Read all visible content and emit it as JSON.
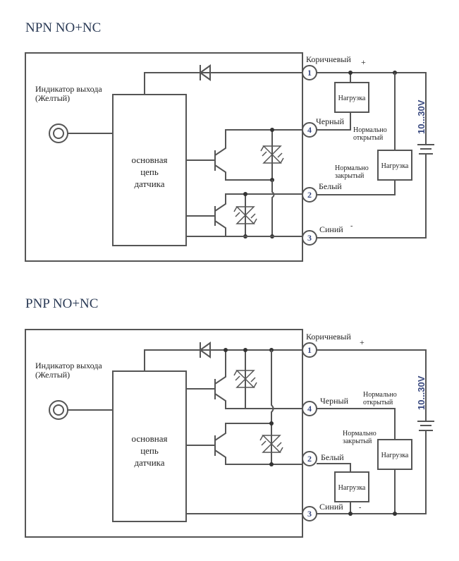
{
  "diagrams": [
    {
      "title": "NPN NO+NC",
      "indicator_label_1": "Индикатор выхода",
      "indicator_label_2": "(Желтый)",
      "core_1": "основная",
      "core_2": "цепь",
      "core_3": "датчика",
      "pins": [
        {
          "num": "1",
          "wire": "Коричневый",
          "sign": "+"
        },
        {
          "num": "4",
          "wire": "Черный"
        },
        {
          "num": "2",
          "wire": "Белый"
        },
        {
          "num": "3",
          "wire": "Синий",
          "sign": "-"
        }
      ],
      "load_label": "Нагрузка",
      "no_label_1": "Нормально",
      "no_label_2": "открытый",
      "nc_label_1": "Нормально",
      "nc_label_2": "закрытый",
      "voltage": "10...30V"
    },
    {
      "title": "PNP NO+NC",
      "indicator_label_1": "Индикатор выхода",
      "indicator_label_2": "(Желтый)",
      "core_1": "основная",
      "core_2": "цепь",
      "core_3": "датчика",
      "pins": [
        {
          "num": "1",
          "wire": "Коричневый",
          "sign": "+"
        },
        {
          "num": "4",
          "wire": "Черный"
        },
        {
          "num": "2",
          "wire": "Белый"
        },
        {
          "num": "3",
          "wire": "Синий",
          "sign": "-"
        }
      ],
      "load_label": "Нагрузка",
      "no_label_1": "Нормально",
      "no_label_2": "открытый",
      "nc_label_1": "Нормально",
      "nc_label_2": "закрытый",
      "voltage": "10...30V"
    }
  ]
}
